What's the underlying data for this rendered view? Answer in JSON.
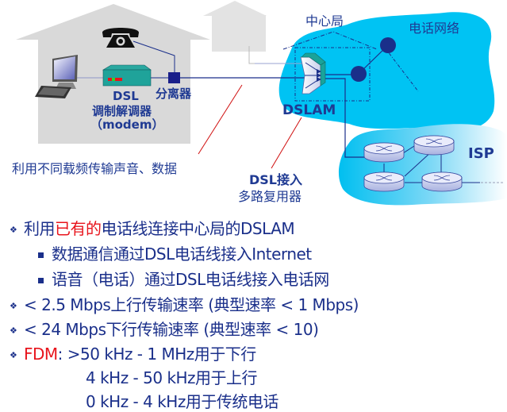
{
  "diagram": {
    "home": {
      "splitter_label": "分离器",
      "modem_label_line1": "DSL",
      "modem_label_line2": "调制解调器",
      "modem_label_line3": "（modem）",
      "annotation": "利用不同载频传输声音、数据"
    },
    "central_office": {
      "label": "中心局",
      "telephone_network_label": "电话网络",
      "dslam_label": "DSLAM",
      "dslam_annotation_line1": "DSL接入",
      "dslam_annotation_line2": "多路复用器"
    },
    "isp": {
      "label": "ISP"
    },
    "colors": {
      "house": "#d9d9d9",
      "cloud": "#00c0f0",
      "line": "#1a2f8a",
      "annotation_line": "#d01010",
      "modem": "#1fa39a"
    }
  },
  "bullets": [
    {
      "level": 1,
      "parts": [
        {
          "text": "利用",
          "color": "normal"
        },
        {
          "text": "已有的",
          "color": "red"
        },
        {
          "text": "电话线连接中心局的DSLAM",
          "color": "normal"
        }
      ]
    },
    {
      "level": 2,
      "parts": [
        {
          "text": "数据通信通过DSL电话线接入Internet",
          "color": "normal"
        }
      ]
    },
    {
      "level": 2,
      "parts": [
        {
          "text": "语音（电话）通过DSL电话线接入电话网",
          "color": "normal"
        }
      ]
    },
    {
      "level": 1,
      "parts": [
        {
          "text": "< 2.5 Mbps上行传输速率 (典型速率 < 1 Mbps)",
          "color": "normal"
        }
      ]
    },
    {
      "level": 1,
      "parts": [
        {
          "text": "< 24 Mbps下行传输速率 (典型速率 < 10)",
          "color": "normal"
        }
      ]
    },
    {
      "level": 1,
      "parts": [
        {
          "text": "FDM",
          "color": "red"
        },
        {
          "text": ": >50 kHz - 1 MHz用于下行",
          "color": "normal"
        }
      ]
    },
    {
      "level": 3,
      "parts": [
        {
          "text": "4 kHz - 50 kHz用于上行",
          "color": "normal"
        }
      ]
    },
    {
      "level": 3,
      "parts": [
        {
          "text": "0 kHz - 4 kHz用于传统电话",
          "color": "normal"
        }
      ]
    }
  ]
}
